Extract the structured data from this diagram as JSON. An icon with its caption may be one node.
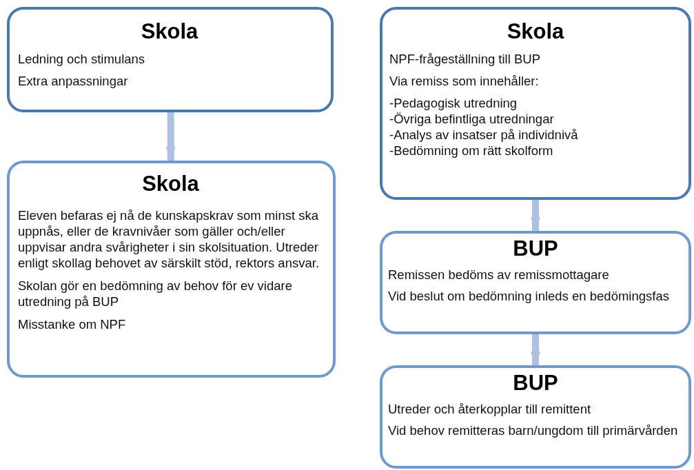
{
  "diagram": {
    "nodes": [
      {
        "text": [
          "Skola",
          "Ledning och stimulans",
          "Extra anpassningar"
        ]
      },
      {
        "text": [
          "Skola",
          "Eleven befaras ej nå de kunskapskrav som minst ska uppnås, eller de kravnivåer som gäller och/eller uppvisar andra svårigheter i sin skolsituation. Utreder enligt skollag behovet av särskilt stöd, rektors ansvar.",
          "Skolan gör en bedömning av behov för ev vidare utredning på BUP",
          "Misstanke om NPF"
        ]
      },
      {
        "text": [
          "Skola",
          "NPF-frågeställning till BUP",
          "Via remiss som innehåller:",
          "-Pedagogisk utredning",
          "-Övriga befintliga utredningar",
          "-Analys av insatser på individnivå",
          "-Bedömning om rätt skolform"
        ]
      },
      {
        "text": [
          "BUP",
          "Remissen bedöms av remissmottagare",
          "Vid beslut om bedömning inleds en bedömingsfas"
        ]
      },
      {
        "text": [
          "BUP",
          "Utreder och återkopplar till remittent",
          "Vid behov remitteras barn/ungdom till primärvården"
        ]
      }
    ],
    "edges": [
      {
        "from": 0,
        "to": 1,
        "arrow": "to"
      },
      {
        "from": 2,
        "to": 3,
        "arrow": "to"
      },
      {
        "from": 3,
        "to": 4,
        "arrow": "to"
      }
    ]
  }
}
